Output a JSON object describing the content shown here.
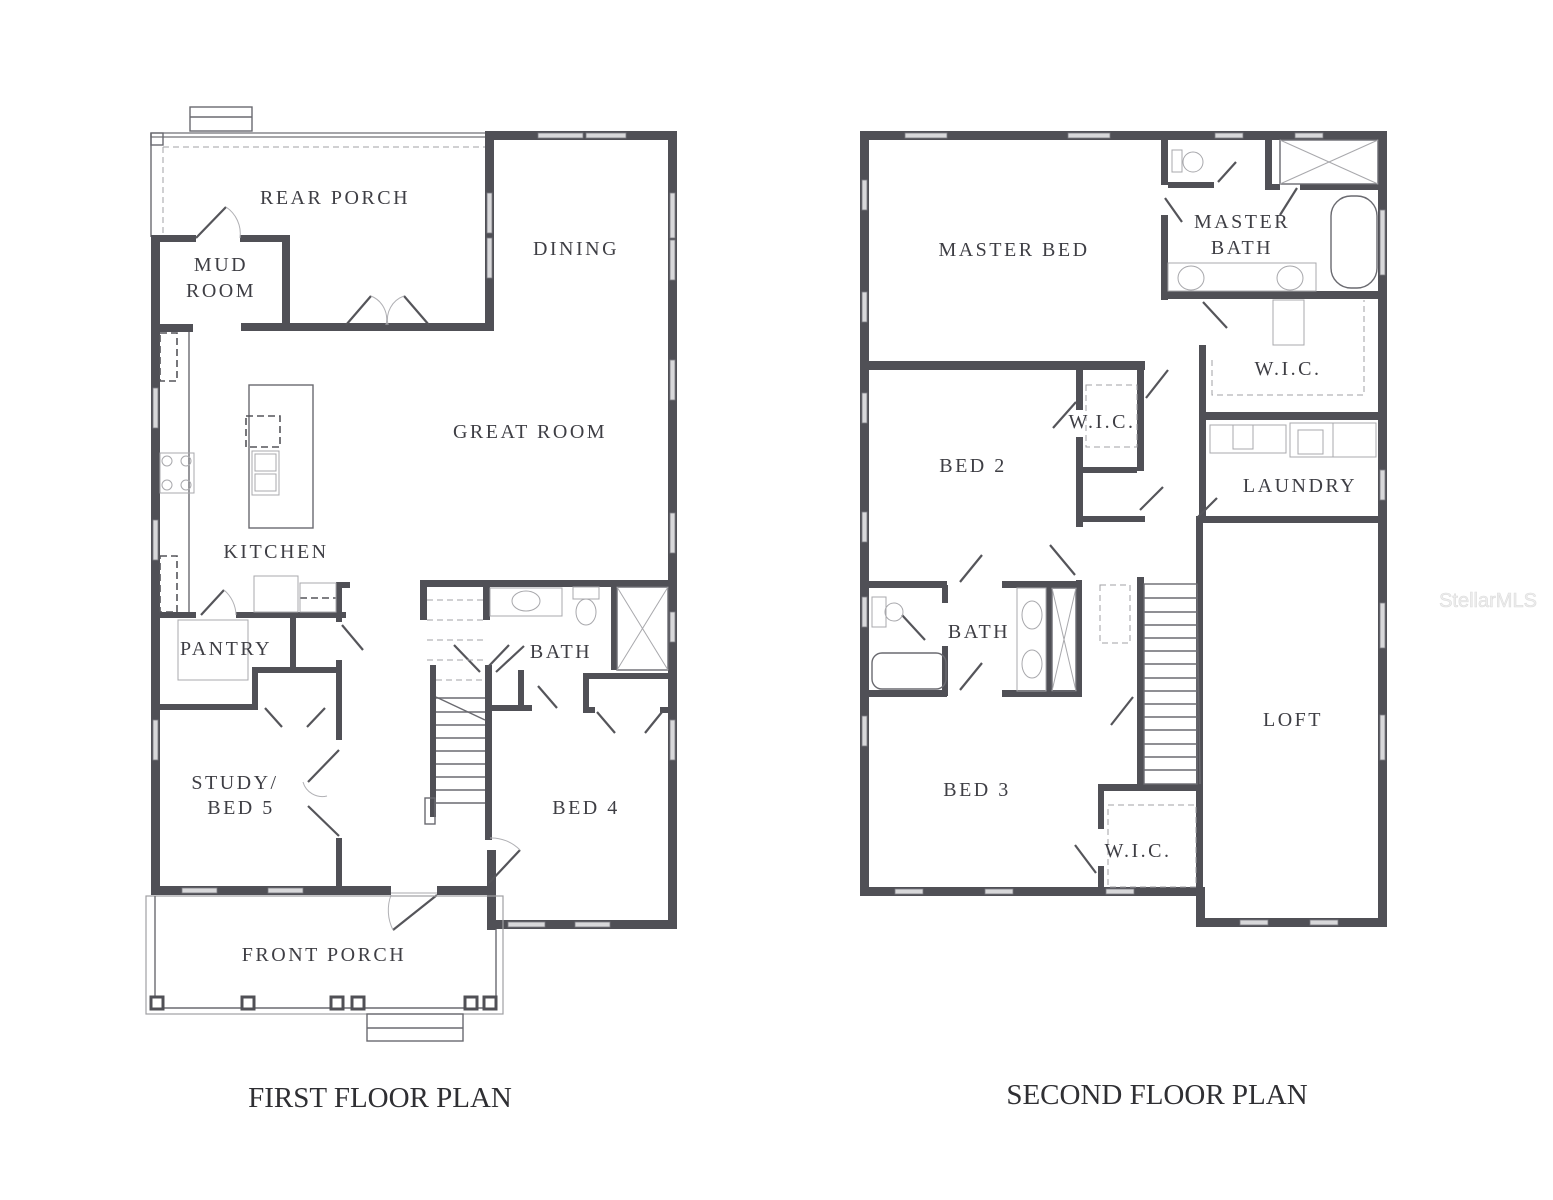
{
  "watermark": "StellarMLS",
  "first_floor": {
    "title": "FIRST FLOOR PLAN",
    "rooms": {
      "rear_porch": "REAR PORCH",
      "mud_room_line1": "MUD",
      "mud_room_line2": "ROOM",
      "dining": "DINING",
      "great_room": "GREAT ROOM",
      "kitchen": "KITCHEN",
      "pantry": "PANTRY",
      "bath": "BATH",
      "study_line1": "STUDY/",
      "study_line2": "BED 5",
      "bed4": "BED 4",
      "front_porch": "FRONT PORCH"
    }
  },
  "second_floor": {
    "title": "SECOND FLOOR PLAN",
    "rooms": {
      "master_bed": "MASTER BED",
      "master_bath_line1": "MASTER",
      "master_bath_line2": "BATH",
      "master_wic": "W.I.C.",
      "bed2_wic": "W.I.C.",
      "laundry": "LAUNDRY",
      "bed2": "BED 2",
      "bath": "BATH",
      "loft": "LOFT",
      "bed3": "BED 3",
      "bed3_wic": "W.I.C."
    }
  },
  "colors": {
    "wall": "#505056",
    "label": "#3e3e44",
    "background": "#ffffff"
  }
}
